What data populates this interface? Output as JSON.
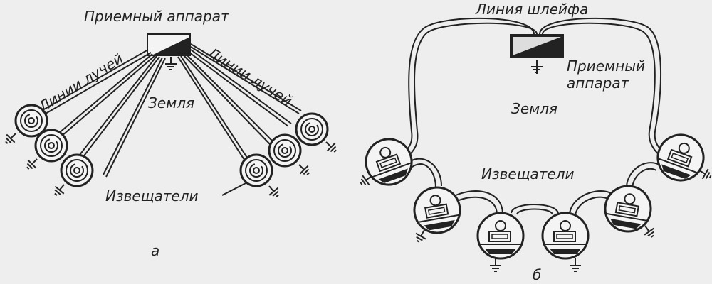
{
  "diagram_a": {
    "receiver_label": "Приемный аппарат",
    "beam_lines_label_left": "Линии лучей",
    "beam_lines_label_right": "Линии лучей",
    "ground_label": "Земля",
    "detectors_label": "Извещатели",
    "caption": "а"
  },
  "diagram_b": {
    "loop_line_label": "Линия шлейфа",
    "receiver_label_line1": "Приемный",
    "receiver_label_line2": "аппарат",
    "ground_label": "Земля",
    "detectors_label": "Извещатели",
    "caption": "б"
  },
  "colors": {
    "ink": "#222222",
    "paper": "#eeeeee"
  }
}
